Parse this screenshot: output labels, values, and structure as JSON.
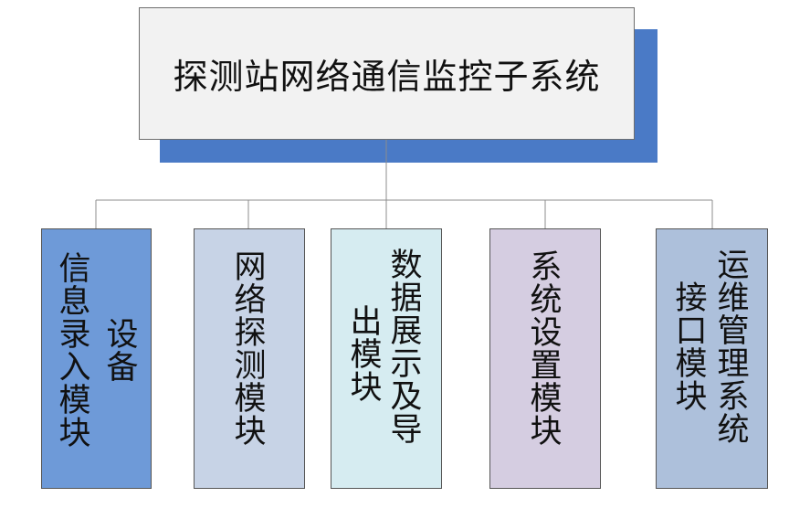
{
  "colors": {
    "root_fill": "#f2f2f2",
    "root_shadow": "#4a7ac6",
    "connector": "#8c8c8c"
  },
  "root": {
    "title": "探测站网络通信监控子系统"
  },
  "modules": [
    {
      "id": "device-info-entry",
      "columns": [
        "信息录入模块",
        "设备"
      ],
      "fill": "#6e9ad8"
    },
    {
      "id": "network-probe",
      "columns": [
        "网络探测模块"
      ],
      "fill": "#c7d3e6"
    },
    {
      "id": "data-display-export",
      "columns": [
        "出模块",
        "数据展示及导"
      ],
      "fill": "#d6ecf1"
    },
    {
      "id": "system-settings",
      "columns": [
        "系统设置模块"
      ],
      "fill": "#d5cde1"
    },
    {
      "id": "ops-management-interface",
      "columns": [
        "接口模块",
        "运维管理系统"
      ],
      "fill": "#adc0db"
    }
  ]
}
